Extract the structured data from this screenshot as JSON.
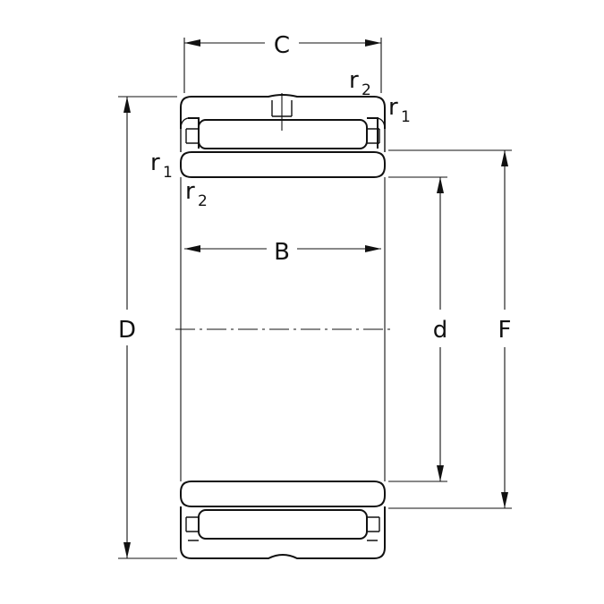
{
  "diagram": {
    "labels": {
      "C": "C",
      "B": "B",
      "D": "D",
      "d": "d",
      "F": "F",
      "r": "r",
      "sub1": "1",
      "sub2": "2"
    },
    "colors": {
      "stroke": "#111111",
      "background": "#ffffff"
    }
  }
}
